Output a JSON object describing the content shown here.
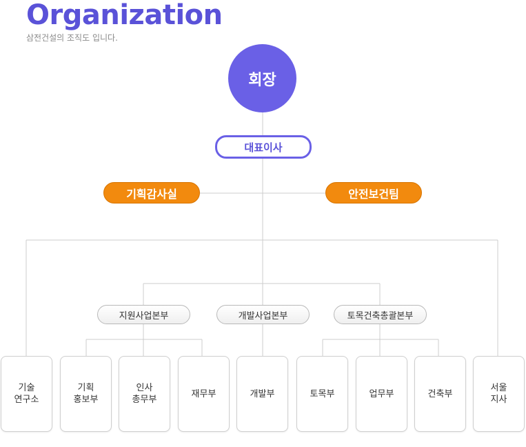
{
  "header": {
    "title": "Organization",
    "subtitle": "삼전건설의 조직도 입니다."
  },
  "chairman": {
    "label": "회장"
  },
  "ceo": {
    "label": "대표이사"
  },
  "staff": [
    {
      "label": "기획감사실"
    },
    {
      "label": "안전보건팀"
    }
  ],
  "divisions": [
    {
      "label": "지원사업본부"
    },
    {
      "label": "개발사업본부"
    },
    {
      "label": "토목건축총괄본부"
    }
  ],
  "departments": [
    {
      "line1": "기술",
      "line2": "연구소"
    },
    {
      "line1": "기획",
      "line2": "홍보부"
    },
    {
      "line1": "인사",
      "line2": "총무부"
    },
    {
      "line1": "재무부",
      "line2": ""
    },
    {
      "line1": "개발부",
      "line2": ""
    },
    {
      "line1": "토목부",
      "line2": ""
    },
    {
      "line1": "업무부",
      "line2": ""
    },
    {
      "line1": "건축부",
      "line2": ""
    },
    {
      "line1": "서울",
      "line2": "지사"
    }
  ],
  "colors": {
    "purple": "#6a60e6",
    "orange": "#f28a0e",
    "line": "#cccccc"
  }
}
